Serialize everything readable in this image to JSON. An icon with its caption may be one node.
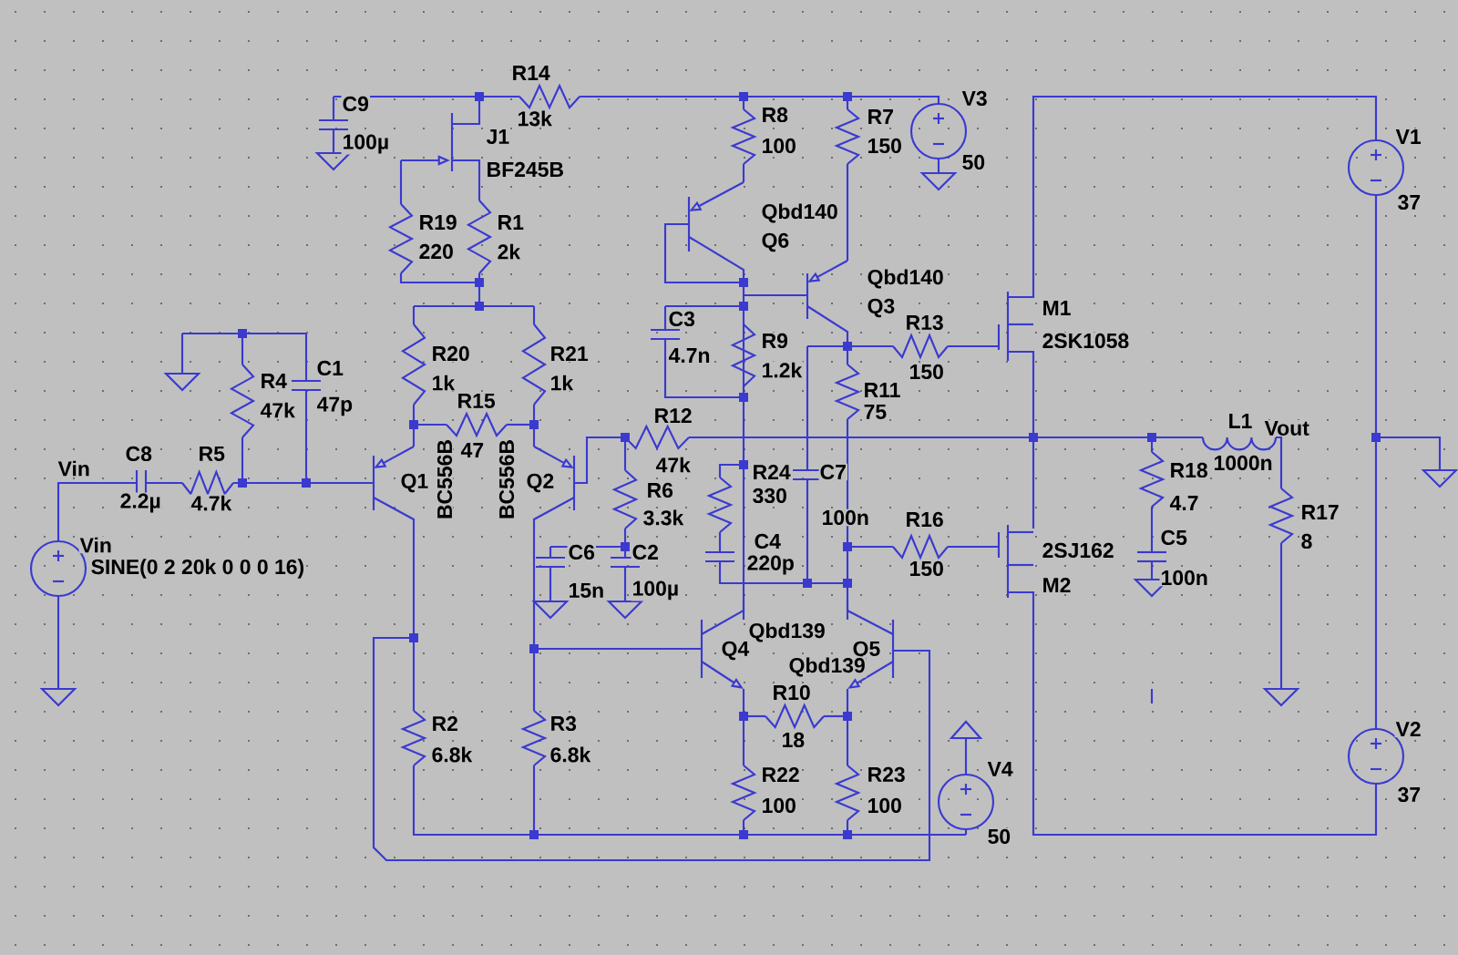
{
  "diagram": {
    "labels": [
      "C9",
      "100µ",
      "R14",
      "13k",
      "J1",
      "BF245B",
      "R19",
      "220",
      "R1",
      "2k",
      "R8",
      "100",
      "R7",
      "150",
      "V3",
      "50",
      "V1",
      "37",
      "Qbd140",
      "Q6",
      "Qbd140",
      "Q3",
      "M1",
      "2SK1058",
      "R13",
      "150",
      "C3",
      "4.7n",
      "R9",
      "1.2k",
      "R20",
      "1k",
      "R21",
      "1k",
      "C1",
      "47p",
      "R4",
      "47k",
      "R11",
      "75",
      "R15",
      "47",
      "R12",
      "47k",
      "L1",
      "Vout",
      "1000n",
      "R24",
      "C7",
      "330",
      "Vin",
      "C8",
      "R5",
      "2.2µ",
      "4.7k",
      "Q1",
      "BC556B",
      "BC556B",
      "Q2",
      "R6",
      "3.3k",
      "100n",
      "R16",
      "150",
      "R18",
      "4.7",
      "R17",
      "C5",
      "8",
      "100n",
      "2SJ162",
      "M2",
      "C4",
      "220p",
      "Vin",
      "SINE(0 2 20k 0 0 0 16)",
      "C6",
      "C2",
      "15n",
      "100µ",
      "Qbd139",
      "Q4",
      "Q5",
      "Qbd139",
      "R10",
      "18",
      "R2",
      "R3",
      "V2",
      "6.8k",
      "6.8k",
      "R22",
      "R23",
      "V4",
      "100",
      "100",
      "37",
      "50"
    ]
  }
}
